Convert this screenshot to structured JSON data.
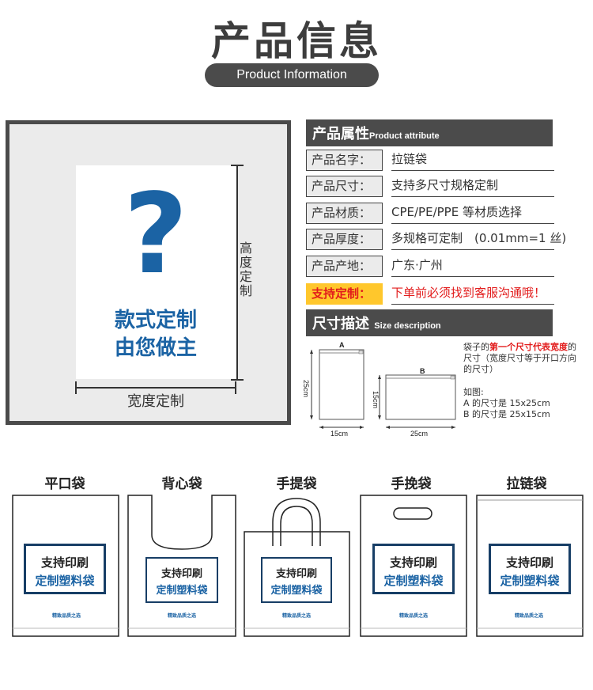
{
  "header": {
    "title": "产品信息",
    "subtitle": "Product Information"
  },
  "product_image": {
    "question_mark": "?",
    "line1": "款式定制",
    "line2": "由您做主",
    "height_label": "高度定制",
    "width_label": "宽度定制"
  },
  "attributes": {
    "header_cn": "产品属性",
    "header_en": "Product attribute",
    "rows": [
      {
        "key": "产品名字：",
        "value": "拉链袋"
      },
      {
        "key": "产品尺寸：",
        "value": "支持多尺寸规格定制"
      },
      {
        "key": "产品材质：",
        "value": "CPE/PE/PPE 等材质选择"
      },
      {
        "key": "产品厚度：",
        "value": "多规格可定制　(0.01mm=1 丝)"
      },
      {
        "key": "产品产地：",
        "value": "广东·广州"
      }
    ],
    "custom": {
      "key": "支持定制：",
      "value": "下单前必须找到客服沟通哦！"
    }
  },
  "size": {
    "header_cn": "尺寸描述",
    "header_en": "Size description",
    "bag_a": {
      "label": "A",
      "width": "15cm",
      "height": "25cm"
    },
    "bag_b": {
      "label": "B",
      "width": "25cm",
      "height": "15cm"
    },
    "note_prefix": "袋子的",
    "note_red": "第一个尺寸代表宽度",
    "note_suffix": "的尺寸（宽度尺寸等于开口方向的尺寸）",
    "example_title": "如图:",
    "example_a": "A 的尺寸是 15x25cm",
    "example_b": "B 的尺寸是 25x15cm"
  },
  "bag_types": [
    {
      "name": "平口袋"
    },
    {
      "name": "背心袋"
    },
    {
      "name": "手提袋"
    },
    {
      "name": "手挽袋"
    },
    {
      "name": "拉链袋"
    }
  ],
  "bag_card": {
    "line1": "支持印刷",
    "line2": "定制塑料袋",
    "footer": "精致品质之选"
  },
  "colors": {
    "dark_gray": "#4b4b4b",
    "brand_blue": "#1b63a4",
    "highlight_yellow": "#ffc72c",
    "alert_red": "#e21b1b"
  }
}
